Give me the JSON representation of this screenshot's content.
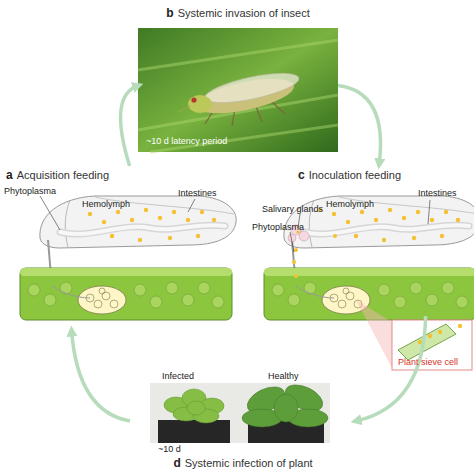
{
  "diagram": {
    "nodes": [
      {
        "text": [
          "a",
          "Acquisition feeding"
        ]
      },
      {
        "text": [
          "b",
          "Systemic invasion of insect"
        ]
      },
      {
        "text": [
          "c",
          "Inoculation feeding"
        ]
      },
      {
        "text": [
          "d",
          "Systemic infection of plant"
        ]
      }
    ],
    "edges": [
      {
        "from": 0,
        "to": 1,
        "arrow": "to"
      },
      {
        "from": 1,
        "to": 2,
        "arrow": "to"
      },
      {
        "from": 2,
        "to": 3,
        "arrow": "to"
      },
      {
        "from": 3,
        "to": 0,
        "arrow": "to"
      }
    ],
    "labels": [
      "~10 d latency period",
      "Phytoplasma",
      "Hemolymph",
      "Intestines",
      "Salivary glands",
      "Intestines",
      "Phytoplasma",
      "Hemolymph",
      "Plant sieve cell",
      "Infected",
      "Healthy",
      "~10 d"
    ]
  }
}
